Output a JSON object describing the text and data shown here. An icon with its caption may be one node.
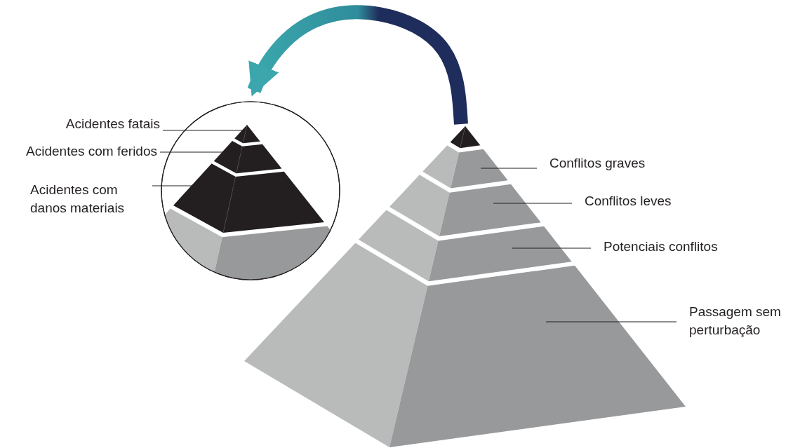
{
  "diagram": {
    "nodes": [
      {
        "text": [],
        "shape": "circle"
      },
      {
        "text": [],
        "shape": "triangle",
        "in": 0
      },
      {
        "text": [],
        "shape": "trapezoid",
        "in": 0
      },
      {
        "text": [],
        "shape": "trapezoid",
        "in": 0
      },
      {
        "text": [],
        "shape": "trapezoid",
        "in": 0
      },
      {
        "text": [
          "Acidentes fatais"
        ]
      },
      {
        "text": [
          "Acidentes com feridos"
        ]
      },
      {
        "text": [
          "Acidentes com danos materiais"
        ]
      },
      {
        "text": [],
        "shape": "triangle"
      },
      {
        "text": [],
        "shape": "trapezoid"
      },
      {
        "text": [],
        "shape": "trapezoid"
      },
      {
        "text": [],
        "shape": "trapezoid"
      },
      {
        "text": [],
        "shape": "trapezoid"
      },
      {
        "text": [
          "Conflitos graves"
        ]
      },
      {
        "text": [
          "Conflitos leves"
        ]
      },
      {
        "text": [
          "Potenciais conflitos"
        ]
      },
      {
        "text": [
          "Passagem sem perturbação"
        ]
      }
    ],
    "edges": [
      {
        "from": 8,
        "to": 0,
        "arrow": "to",
        "style": "thick"
      },
      {
        "from": 5,
        "to": 1,
        "arrow": "none"
      },
      {
        "from": 6,
        "to": 2,
        "arrow": "none"
      },
      {
        "from": 7,
        "to": 3,
        "arrow": "none"
      },
      {
        "from": 13,
        "to": 9,
        "arrow": "none"
      },
      {
        "from": 14,
        "to": 10,
        "arrow": "none"
      },
      {
        "from": 15,
        "to": 11,
        "arrow": "none"
      },
      {
        "from": 16,
        "to": 12,
        "arrow": "none"
      }
    ]
  }
}
